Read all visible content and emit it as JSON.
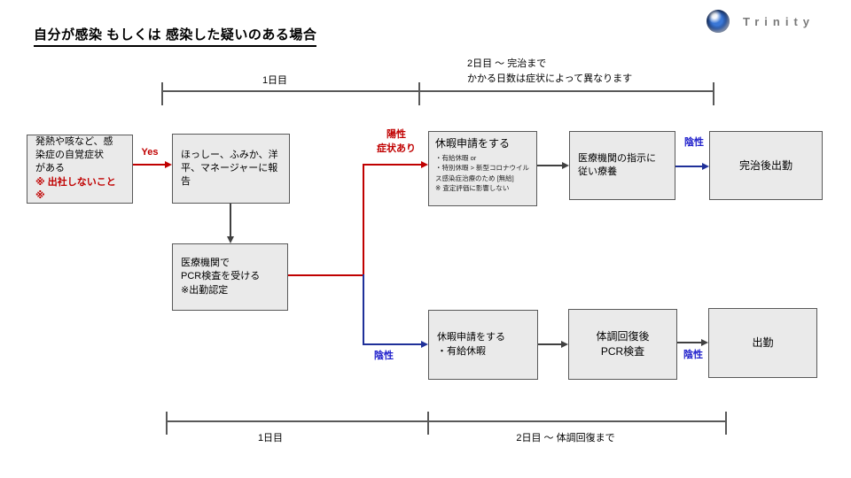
{
  "title": "自分が感染 もしくは 感染した疑いのある場合",
  "logo": {
    "text": "Trinity"
  },
  "colors": {
    "red_accent": "#C00000",
    "blue_label": "#2222CC",
    "blue_line": "#1F3099",
    "gray_line": "#404040",
    "box_fill": "#EAEAEA",
    "box_border": "#595959"
  },
  "timelines": {
    "top": {
      "left_label": "1日目",
      "right_lines": [
        "2日目 ～ 完治まで",
        "かかる日数は症状によって異なります"
      ]
    },
    "bottom": {
      "left_label": "1日目",
      "right_label": "2日目 ～ 体調回復まで"
    }
  },
  "edges": {
    "yes_label": "Yes",
    "positive_lines": [
      "陽性",
      "症状あり"
    ],
    "negative_label": "陰性"
  },
  "boxes": {
    "symptoms": {
      "lines": [
        "発熱や咳など、感",
        "染症の自覚症状",
        "がある"
      ],
      "warning": "※ 出社しないこと ※"
    },
    "report": {
      "lines": [
        "ほっしー、ふみか、洋",
        "平、マネージャーに報",
        "告"
      ]
    },
    "pcr": {
      "lines": [
        "医療機関で",
        "PCR検査を受ける",
        "※出勤認定"
      ]
    },
    "leave_top": {
      "title": "休暇申請をする",
      "subs": [
        "・有給休暇 or",
        "・特別休暇 > 新型コロナウイルス感染症治療のため [無給]",
        "※ 査定評価に影響しない"
      ]
    },
    "treatment": {
      "lines": [
        "医療機関の指示に",
        "従い療養"
      ]
    },
    "recovered_work": {
      "label": "完治後出勤"
    },
    "leave_bottom": {
      "lines": [
        "休暇申請をする",
        "・有給休暇"
      ]
    },
    "pcr2": {
      "lines": [
        "体調回復後",
        "PCR検査"
      ]
    },
    "work": {
      "label": "出勤"
    }
  }
}
